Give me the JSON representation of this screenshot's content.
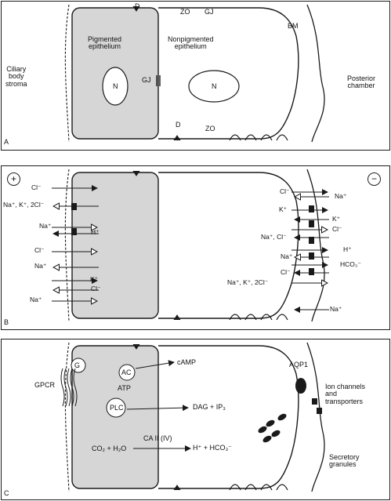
{
  "panel_a": {
    "letter": "A",
    "labels": {
      "d_top": "D",
      "zo_top": "ZO",
      "gj_top": "GJ",
      "bm": "BM",
      "pigmented": "Pigmented\nepithelium",
      "nonpigmented": "Nonpigmented\nepithelium",
      "stroma": "Ciliary\nbody\nstroma",
      "posterior": "Posterior\nchamber",
      "n_left": "N",
      "n_right": "N",
      "gj_mid": "GJ",
      "d_bottom": "D",
      "zo_bottom": "ZO"
    }
  },
  "panel_b": {
    "letter": "B",
    "plus": "+",
    "minus": "−",
    "left_ions": [
      "Cl⁻",
      "Na⁺, K⁺, 2Cl⁻",
      "Na⁺",
      "H⁺",
      "Cl⁻",
      "Na⁺",
      "K⁺",
      "Cl⁻",
      "Na⁺"
    ],
    "right_ions": [
      "Cl⁻",
      "Na⁺",
      "K⁺",
      "K⁺",
      "Cl⁻",
      "Na⁺, Cl⁻",
      "H⁺",
      "Na⁺",
      "HCO₃⁻",
      "Cl⁻",
      "Na⁺, K⁺, 2Cl⁻",
      "Na⁺"
    ]
  },
  "panel_c": {
    "letter": "C",
    "g": "G",
    "ac": "AC",
    "camp": "cAMP",
    "atp": "ATP",
    "plc": "PLC",
    "dag": "DAG + IP₃",
    "gpcr": "GPCR",
    "reaction_left": "CO₂ + H₂O",
    "enzyme": "CA II (IV)",
    "reaction_right": "H⁺ + HCO₃⁻",
    "aqp": "AQP1",
    "channels": "Ion channels\nand\ntransporters",
    "granules": "Secretory\ngranules"
  },
  "colors": {
    "pigment_fill": "#d6d6d6",
    "stroke": "#1a1a1a",
    "background": "#ffffff"
  }
}
